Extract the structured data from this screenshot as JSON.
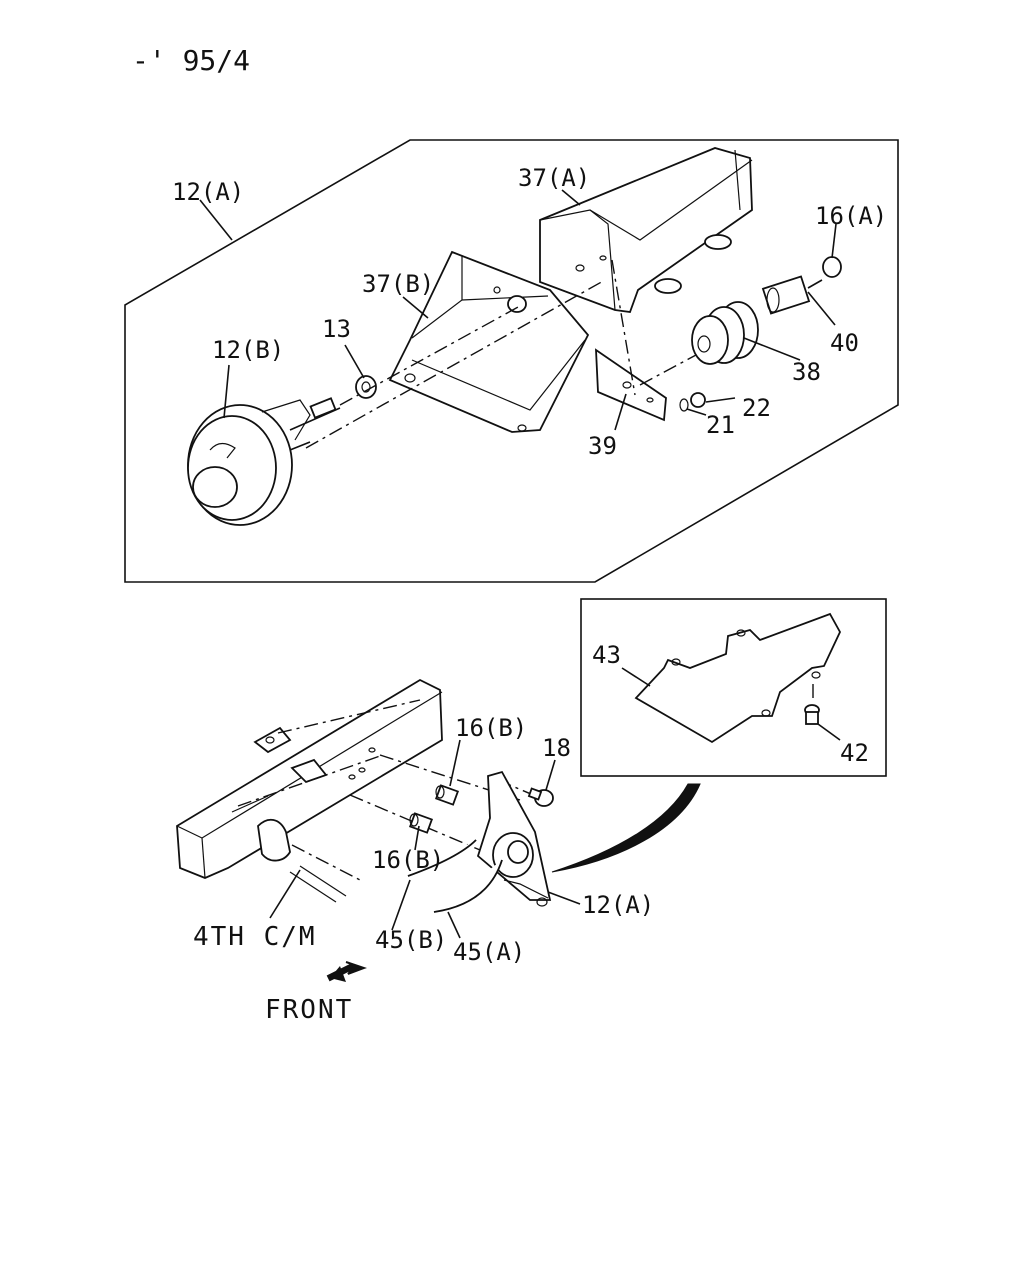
{
  "header": {
    "code": "-' 95/4"
  },
  "upper_view": {
    "labels": {
      "p12a": "12(A)",
      "p37a": "37(A)",
      "p16a": "16(A)",
      "p37b": "37(B)",
      "p13": "13",
      "p12b": "12(B)",
      "p40": "40",
      "p38": "38",
      "p22": "22",
      "p21": "21",
      "p39": "39"
    }
  },
  "inset_view": {
    "labels": {
      "p43": "43",
      "p42": "42"
    }
  },
  "lower_view": {
    "labels": {
      "p16b_top": "16(B)",
      "p18": "18",
      "p16b_bottom": "16(B)",
      "p12a": "12(A)",
      "p45b": "45(B)",
      "p45a": "45(A)",
      "crossmember": "4TH C/M",
      "front": "FRONT"
    }
  }
}
